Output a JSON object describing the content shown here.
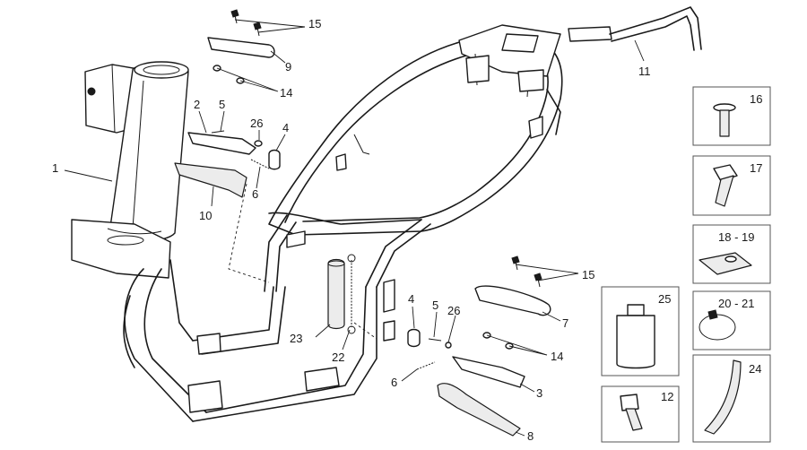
{
  "callouts": {
    "c1": "1",
    "c2": "2",
    "c3": "3",
    "c4a": "4",
    "c4b": "4",
    "c5a": "5",
    "c5b": "5",
    "c6a": "6",
    "c6b": "6",
    "c7": "7",
    "c8": "8",
    "c9": "9",
    "c10": "10",
    "c11": "11",
    "c14a": "14",
    "c14b": "14",
    "c15a": "15",
    "c15b": "15",
    "c22": "22",
    "c23": "23",
    "c26a": "26",
    "c26b": "26"
  },
  "boxes": {
    "b16": "16",
    "b17": "17",
    "b18_19": "18 - 19",
    "b20_21": "20 - 21",
    "b24": "24",
    "b25": "25",
    "b12": "12"
  }
}
